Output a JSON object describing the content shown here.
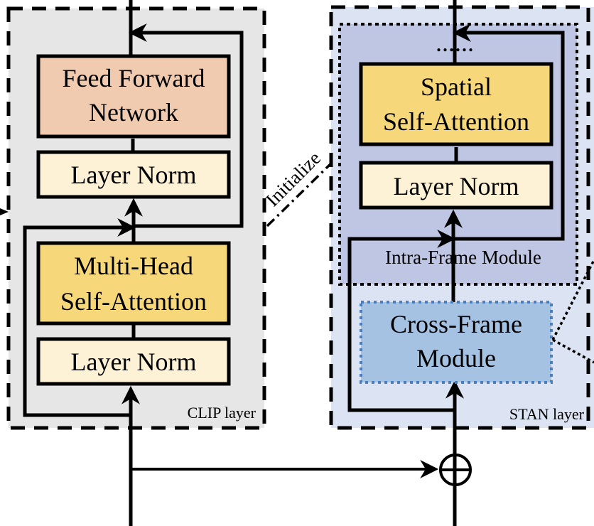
{
  "clip_layer": {
    "label": "CLIP layer",
    "background": "#e6e6e6",
    "blocks": {
      "ffn": {
        "line1": "Feed Forward",
        "line2": "Network",
        "color": "#f1cbb0"
      },
      "ln_top": {
        "label": "Layer Norm",
        "color": "#fdf2d5"
      },
      "mhsa": {
        "line1": "Multi-Head",
        "line2": "Self-Attention",
        "color": "#f6d77a"
      },
      "ln_bottom": {
        "label": "Layer Norm",
        "color": "#fdf2d5"
      }
    }
  },
  "initialize_label": "Initialize",
  "stan_layer": {
    "label": "STAN layer",
    "background": "#dce3f2",
    "intra_frame": {
      "label": "Intra-Frame Module",
      "background": "#bec6e3",
      "ellipsis": "......",
      "blocks": {
        "ssa": {
          "line1": "Spatial",
          "line2": "Self-Attention",
          "color": "#f6d77a"
        },
        "ln": {
          "label": "Layer Norm",
          "color": "#fdf2d5"
        }
      }
    },
    "cross_frame": {
      "line1": "Cross-Frame",
      "line2": "Module",
      "color": "#a5c2e3",
      "border": "#4a7fbf"
    }
  },
  "sum_symbol": "plus-circle"
}
